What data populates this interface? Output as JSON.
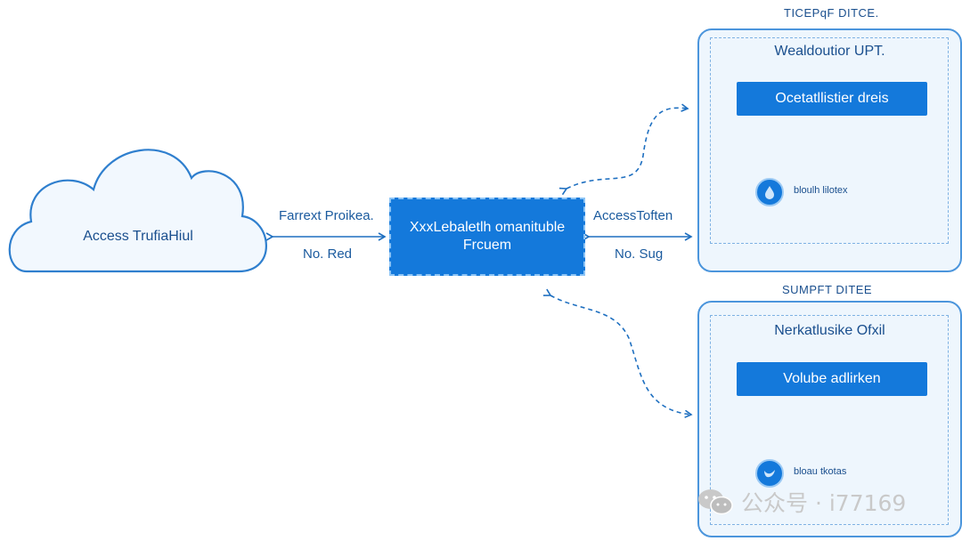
{
  "cloud": {
    "label": "Access TrufiaHiul"
  },
  "left_connector": {
    "top_label": "Farrext Proikea.",
    "bottom_label": "No. Red"
  },
  "central": {
    "line1": "XxxLebaletlh omanituble",
    "line2": "Frcuem"
  },
  "right_connector": {
    "top_label": "AccessToften",
    "bottom_label": "No. Sug"
  },
  "panel_top": {
    "heading": "TICEPqF DITCE.",
    "title": "Wealdoutior UPT.",
    "button": "Ocetatllistier dreis",
    "node_label": "bloulh lilotex"
  },
  "panel_bottom": {
    "heading": "SUMPFT DITEE",
    "title": "Nerkatlusike Ofxil",
    "button": "Volube adlirken",
    "node_label": "bloau tkotas"
  },
  "watermark": {
    "text": "公众号 · i77169"
  },
  "colors": {
    "primary": "#1479db",
    "stroke": "#1e6fc0",
    "panel_bg": "#eef6fd"
  }
}
